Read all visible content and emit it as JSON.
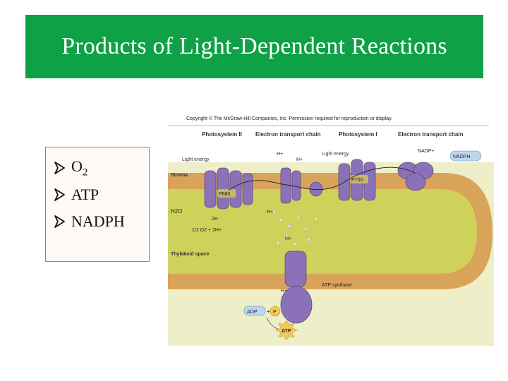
{
  "slide": {
    "title": "Products of Light-Dependent Reactions",
    "bullets": [
      {
        "main": "O",
        "sub": "2"
      },
      {
        "main": "ATP",
        "sub": ""
      },
      {
        "main": "NADPH",
        "sub": ""
      }
    ],
    "bullet_icon": "arrow-bullet-icon"
  },
  "figure": {
    "copyright": "Copyright © The McGraw-Hill Companies, Inc. Permission required for reproduction or display.",
    "headers": [
      "Photosystem II",
      "Electron transport chain",
      "Photosystem I",
      "Electron transport chain"
    ],
    "labels": {
      "light_energy_1": "Light energy",
      "light_energy_2": "Light energy",
      "stroma": "Stroma",
      "p680": "P680",
      "p700": "P700",
      "nadp_plus": "NADP+",
      "nadph": "NADPH",
      "h2o": "H2O",
      "two_e": "2e-",
      "oxygen_eq": "1/2 O2 + 2H+",
      "thylakoid_space": "Thylakoid space",
      "h_plus": "H+",
      "atp_synthase": "ATP synthase",
      "adp": "ADP",
      "plus": "+",
      "p": "P",
      "atp": "ATP"
    },
    "colors": {
      "title_bg": "#0fa146",
      "membrane": "#d9a35a",
      "stroma": "#e8e7ae",
      "thylakoid_space": "#cfd25a",
      "protein": "#8b72b8",
      "box_border": "#c86a6a"
    }
  }
}
